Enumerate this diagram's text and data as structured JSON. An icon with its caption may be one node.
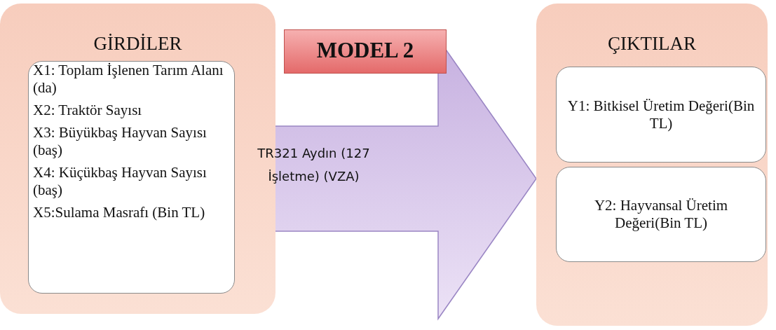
{
  "diagram": {
    "nodes": [
      {
        "text": [
          "GİRDİLER"
        ]
      },
      {
        "text": [
          "X1: Toplam İşlenen Tarım Alanı (da)",
          "X2: Traktör Sayısı",
          "X3: Büyükbaş Hayvan Sayısı (baş)",
          "X4: Küçükbaş Hayvan Sayısı (baş)",
          "X5:Sulama Masrafı (Bin TL)"
        ],
        "in": 0
      },
      {
        "text": [
          "MODEL 2"
        ]
      },
      {
        "text": [
          "ÇIKTILAR"
        ]
      },
      {
        "text": [
          "Y1: Bitkisel Üretim Değeri(Bin TL)"
        ],
        "in": 3
      },
      {
        "text": [
          "Y2: Hayvansal Üretim Değeri(Bin TL)"
        ],
        "in": 3
      }
    ],
    "edges": [
      {
        "from": 1,
        "to": 3,
        "arrow": "to",
        "label": "TR321 Aydın (127 İşletme) (VZA)",
        "style": "thick"
      }
    ]
  }
}
